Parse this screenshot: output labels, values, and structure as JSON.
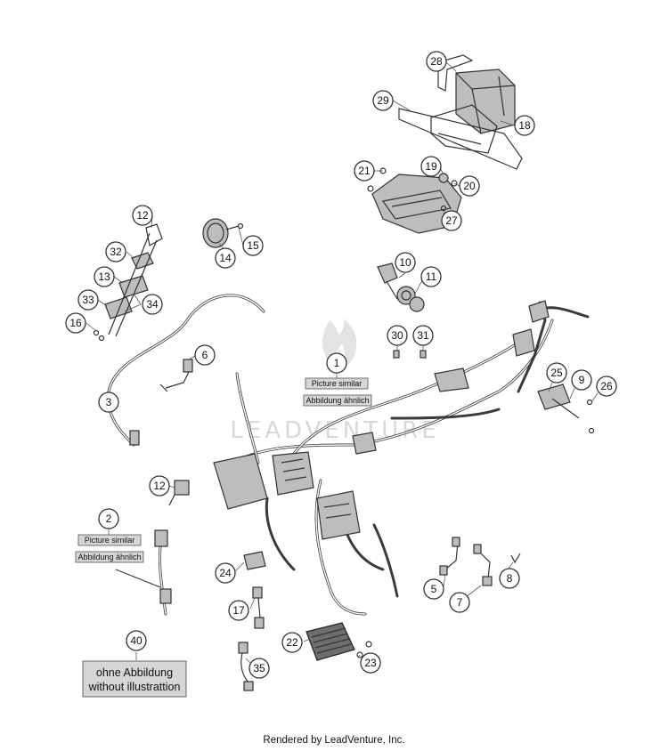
{
  "callouts": [
    "28",
    "29",
    "18",
    "21",
    "19",
    "20",
    "27",
    "12",
    "14",
    "15",
    "32",
    "13",
    "33",
    "34",
    "16",
    "10",
    "11",
    "6",
    "30",
    "31",
    "1",
    "3",
    "25",
    "9",
    "26",
    "12",
    "2",
    "24",
    "5",
    "8",
    "7",
    "17",
    "22",
    "23",
    "40",
    "35"
  ],
  "notes": {
    "picture_similar": "Picture similar",
    "abbildung_aehnlich": "Abbildung ähnlich",
    "ohne_abbildung": "ohne Abbildung",
    "without_illustration": "without illustrattion"
  },
  "watermark": "LEADVENTURE",
  "footer": "Rendered by LeadVenture, Inc.",
  "colors": {
    "line": "#333333",
    "part_fill": "#bdbdbd",
    "note_box": "#d6d6d6",
    "watermark": "#d8d8d8"
  }
}
